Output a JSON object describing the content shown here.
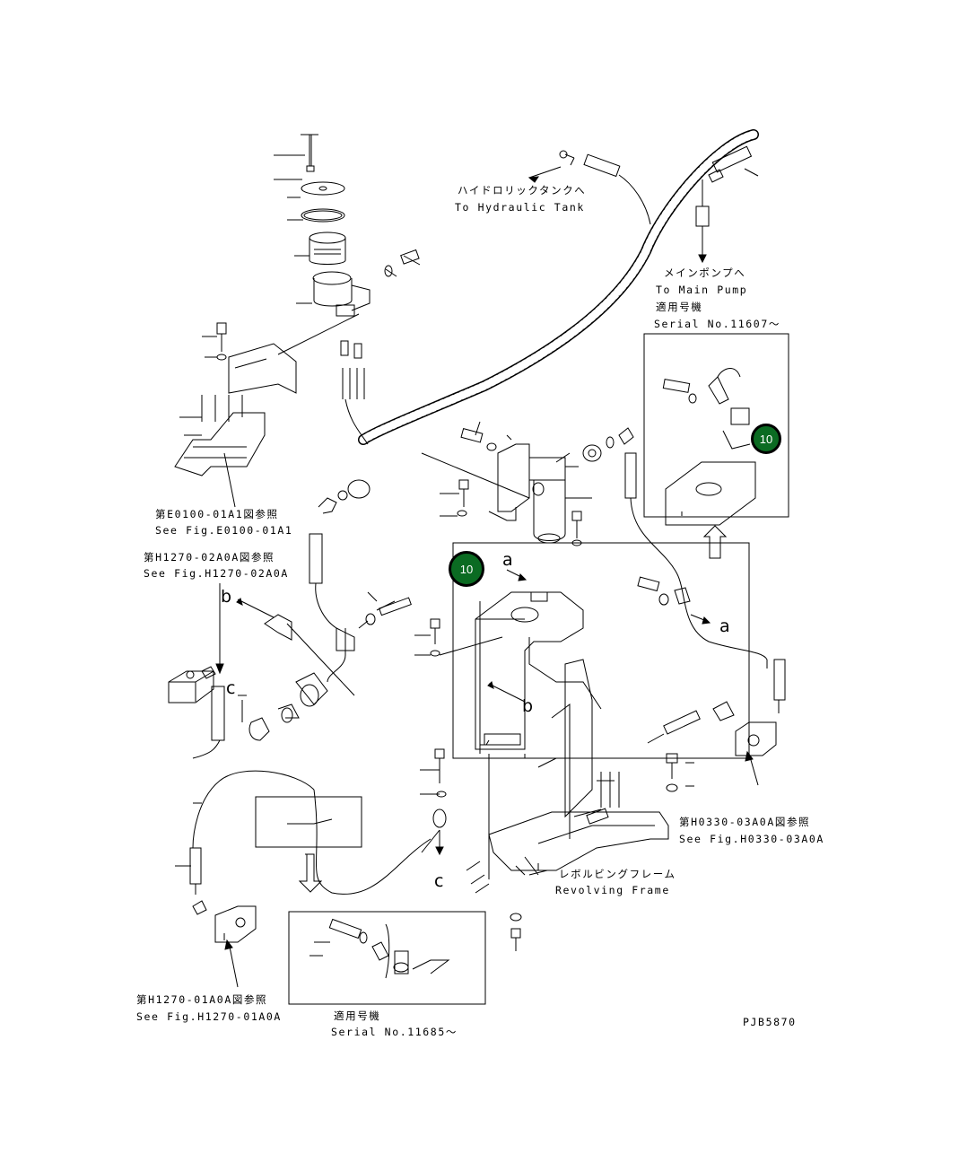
{
  "labels": {
    "tank_jp": "ハイドロリックタンクへ",
    "tank_en": "To Hydraulic Tank",
    "pump_jp": "メインポンプへ",
    "pump_en": "To Main Pump",
    "serial_top_jp": "適用号機",
    "serial_top_en": "Serial No.11607～",
    "fig_e0100_jp": "第E0100-01A1図参照",
    "fig_e0100_en": "See Fig.E0100-01A1",
    "fig_h1270_02_jp": "第H1270-02A0A図参照",
    "fig_h1270_02_en": "See Fig.H1270-02A0A",
    "fig_h0330_jp": "第H0330-03A0A図参照",
    "fig_h0330_en": "See Fig.H0330-03A0A",
    "frame_jp": "レボルビングフレーム",
    "frame_en": "Revolving Frame",
    "fig_h1270_01_jp": "第H1270-01A0A図参照",
    "fig_h1270_01_en": "See Fig.H1270-01A0A",
    "serial_bottom_jp": "適用号機",
    "serial_bottom_en": "Serial No.11685～",
    "drawing_code": "PJB5870"
  },
  "letters": {
    "a1": "a",
    "a2": "a",
    "b1": "b",
    "b2": "b",
    "c1": "c",
    "c2": "c"
  },
  "badges": {
    "top": "10",
    "main": "10"
  },
  "colors": {
    "badge": "#0b6b22",
    "line": "#000000"
  }
}
